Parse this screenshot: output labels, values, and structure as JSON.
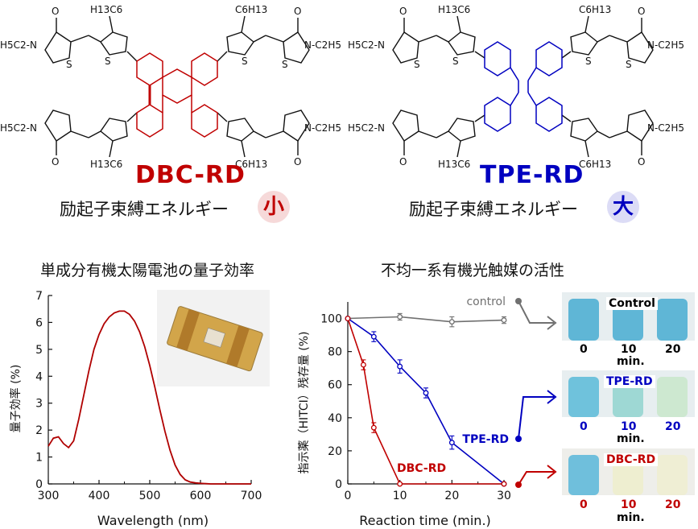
{
  "molecules": {
    "left": {
      "name": "DBC-RD",
      "subtitle": "励起子束縛エネルギー",
      "badge": "小",
      "color": "#c00000",
      "atoms": {
        "ethyl_left": "H5C2-N",
        "ethyl_right": "N-C2H5",
        "hexyl_tl": "H13C6",
        "hexyl_tr": "C6H13",
        "hexyl_bl": "H13C6",
        "hexyl_br": "C6H13",
        "o": "O",
        "s": "S"
      }
    },
    "right": {
      "name": "TPE-RD",
      "subtitle": "励起子束縛エネルギー",
      "badge": "大",
      "color": "#0000c0",
      "atoms": {
        "ethyl_left": "H5C2-N",
        "ethyl_right": "N-C2H5",
        "hexyl_tl": "H13C6",
        "hexyl_tr": "C6H13",
        "hexyl_bl": "H13C6",
        "hexyl_br": "C6H13",
        "o": "O",
        "s": "S"
      }
    }
  },
  "sections": {
    "left_title": "単成分有機太陽電池の量子効率",
    "right_title": "不均一系有機光触媒の活性"
  },
  "chart_data": [
    {
      "type": "line",
      "title": "単成分有機太陽電池の量子効率",
      "xlabel": "Wavelength (nm)",
      "ylabel": "量子効率 (%)",
      "xlim": [
        300,
        700
      ],
      "ylim": [
        0,
        7
      ],
      "xticks": [
        300,
        400,
        500,
        600,
        700
      ],
      "yticks": [
        0,
        1,
        2,
        3,
        4,
        5,
        6,
        7
      ],
      "grid": false,
      "series": [
        {
          "color": "#b00000",
          "x": [
            300,
            310,
            320,
            330,
            340,
            350,
            360,
            370,
            380,
            390,
            400,
            410,
            420,
            430,
            440,
            450,
            460,
            470,
            480,
            490,
            500,
            510,
            520,
            530,
            540,
            550,
            560,
            570,
            580,
            590,
            600,
            620,
            650,
            680,
            700
          ],
          "y": [
            1.4,
            1.7,
            1.75,
            1.5,
            1.35,
            1.6,
            2.4,
            3.3,
            4.2,
            5.0,
            5.55,
            5.95,
            6.2,
            6.35,
            6.42,
            6.42,
            6.3,
            6.05,
            5.65,
            5.1,
            4.4,
            3.6,
            2.75,
            1.95,
            1.25,
            0.7,
            0.35,
            0.15,
            0.07,
            0.04,
            0.02,
            0.0,
            0.0,
            0.0,
            0.0
          ]
        }
      ]
    },
    {
      "type": "line",
      "title": "不均一系有機光触媒の活性",
      "xlabel": "Reaction time (min.)",
      "ylabel": "指示薬（HITCI）残存量 (%)",
      "xlim": [
        0,
        30
      ],
      "ylim": [
        0,
        110
      ],
      "xticks": [
        0,
        10,
        20,
        30
      ],
      "yticks": [
        0,
        20,
        40,
        60,
        80,
        100
      ],
      "grid": false,
      "series": [
        {
          "name": "control",
          "color": "#707070",
          "x": [
            0,
            10,
            20,
            30
          ],
          "y": [
            100,
            101,
            98,
            99
          ],
          "err": [
            0,
            2,
            3,
            2
          ]
        },
        {
          "name": "TPE-RD",
          "color": "#0000c0",
          "x": [
            0,
            5,
            10,
            15,
            20,
            30
          ],
          "y": [
            100,
            89,
            71,
            55,
            25,
            0
          ],
          "err": [
            0,
            3,
            4,
            3,
            4,
            0
          ]
        },
        {
          "name": "DBC-RD",
          "color": "#c00000",
          "x": [
            0,
            3,
            5,
            10,
            30
          ],
          "y": [
            100,
            72,
            34,
            0,
            0
          ],
          "err": [
            0,
            3,
            3,
            0,
            0
          ]
        }
      ]
    }
  ],
  "vials": {
    "control": {
      "label": "Control",
      "times": [
        "0",
        "10",
        "20"
      ],
      "unit": "min.",
      "label_color": "#000000",
      "times_color": "#000000"
    },
    "tpe": {
      "label": "TPE-RD",
      "times": [
        "0",
        "10",
        "20"
      ],
      "unit": "min.",
      "label_color": "#0000c0",
      "times_color": "#0000c0"
    },
    "dbc": {
      "label": "DBC-RD",
      "times": [
        "0",
        "10",
        "20"
      ],
      "unit": "min.",
      "label_color": "#c00000",
      "times_color": "#c00000"
    }
  }
}
